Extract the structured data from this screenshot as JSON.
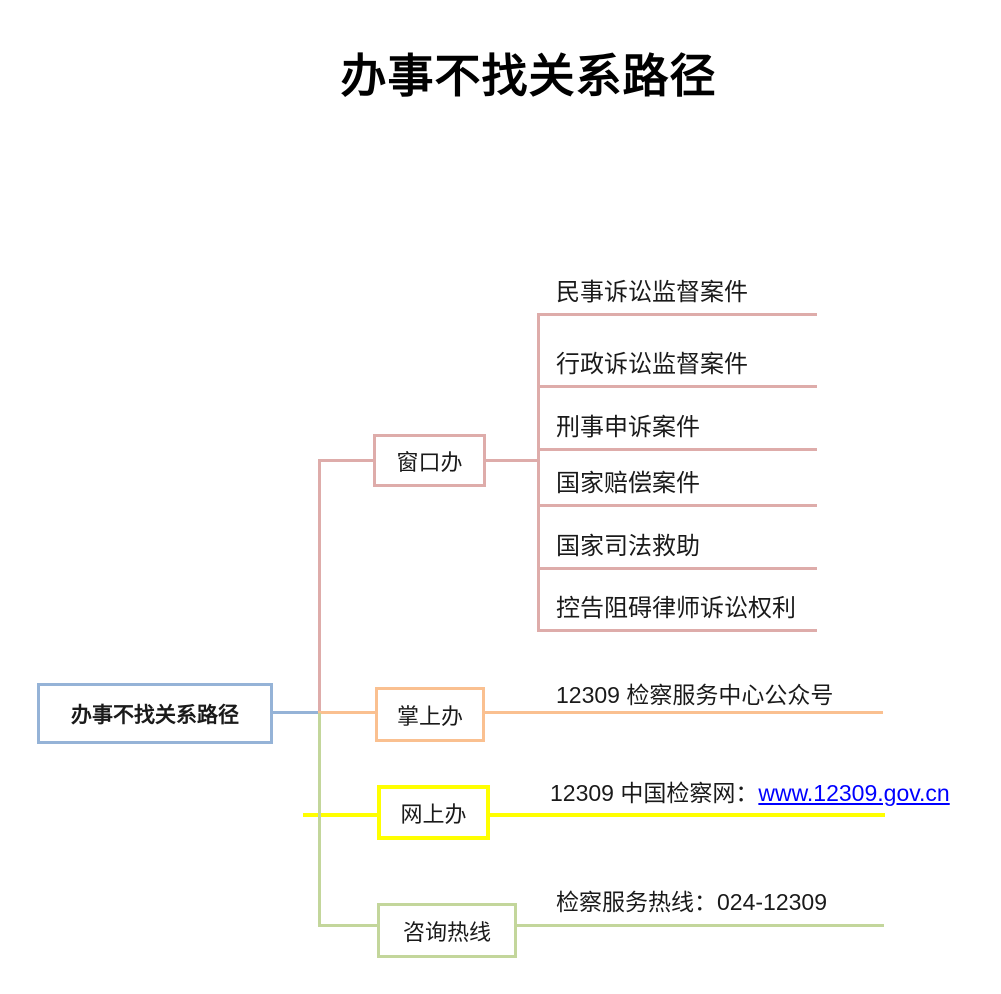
{
  "title": "办事不找关系路径",
  "root": {
    "label": "办事不找关系路径"
  },
  "branches": {
    "window": {
      "label": "窗口办",
      "children": [
        "民事诉讼监督案件",
        "行政诉讼监督案件",
        "刑事申诉案件",
        "国家赔偿案件",
        "国家司法救助",
        "控告阻碍律师诉讼权利"
      ]
    },
    "mobile": {
      "label": "掌上办",
      "child": "12309 检察服务中心公众号"
    },
    "online": {
      "label": "网上办",
      "child_prefix": "12309 中国检察网：",
      "child_link": "www.12309.gov.cn"
    },
    "hotline": {
      "label": "咨询热线",
      "child": "检察服务热线：024-12309"
    }
  },
  "colors": {
    "root_blue": "#95B3D7",
    "window_pink": "#DEACAA",
    "mobile_orange": "#FAC090",
    "online_yellow": "#FFFF00",
    "hotline_green": "#C3D69B",
    "link_blue": "#0000FF"
  }
}
